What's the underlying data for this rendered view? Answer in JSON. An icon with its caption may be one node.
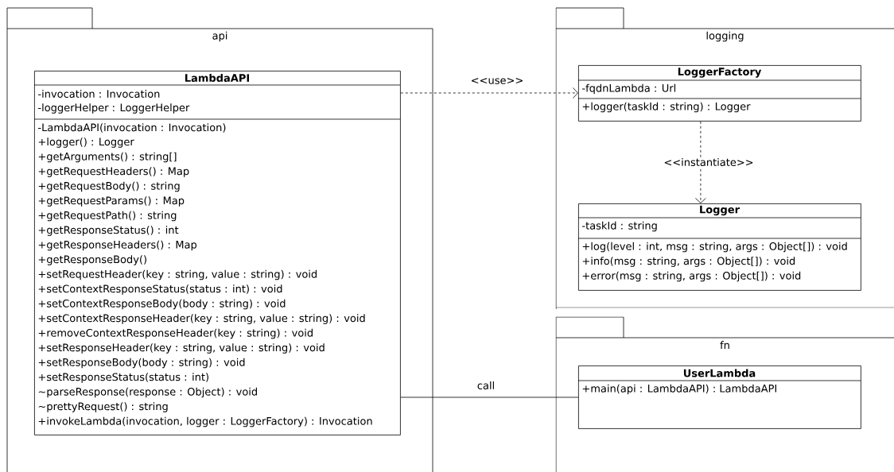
{
  "diagram": {
    "nodes": [
      {
        "text": [
          "api"
        ]
      },
      {
        "text": [
          "LambdaAPI",
          "-invocation : Invocation",
          "-loggerHelper : LoggerHelper",
          "-LambdaAPI(invocation : Invocation)",
          "+logger() : Logger",
          "+getArguments() : string[]",
          "+getRequestHeaders() : Map",
          "+getRequestBody() : string",
          "+getRequestParams() : Map",
          "+getRequestPath() : string",
          "+getResponseStatus() : int",
          "+getResponseHeaders() : Map",
          "+getResponseBody()",
          "+setRequestHeader(key : string, value : string) : void",
          "+setContextResponseStatus(status : int) : void",
          "+setContextResponseBody(body : string) : void",
          "+setContextResponseHeader(key : string, value : string) : void",
          "+removeContextResponseHeader(key : string) : void",
          "+setResponseHeader(key : string, value : string) : void",
          "+setResponseBody(body : string) : void",
          "+setResponseStatus(status : int)",
          "~parseResponse(response : Object) : void",
          "~prettyRequest() : string",
          "+invokeLambda(invocation, logger : LoggerFactory) : Invocation"
        ],
        "in": 0
      },
      {
        "text": [
          "logging"
        ]
      },
      {
        "text": [
          "LoggerFactory",
          "-fqdnLambda : Url",
          "+logger(taskId : string) : Logger"
        ],
        "in": 2
      },
      {
        "text": [
          "Logger",
          "-taskId : string",
          "+log(level : int, msg : string, args : Object[]) : void",
          "+info(msg : string, args : Object[]) : void",
          "+error(msg : string, args : Object[]) : void"
        ],
        "in": 2
      },
      {
        "text": [
          "fn"
        ]
      },
      {
        "text": [
          "UserLambda",
          "+main(api : LambdaAPI) : LambdaAPI"
        ],
        "in": 5
      }
    ],
    "edges": [
      {
        "from": 1,
        "to": 3,
        "arrow": "to",
        "style": "dashed",
        "label": "<<use>>"
      },
      {
        "from": 3,
        "to": 4,
        "arrow": "to",
        "style": "dashed",
        "label": "<<instantiate>>"
      },
      {
        "from": 1,
        "to": 6,
        "arrow": "none",
        "label": "call"
      }
    ]
  }
}
